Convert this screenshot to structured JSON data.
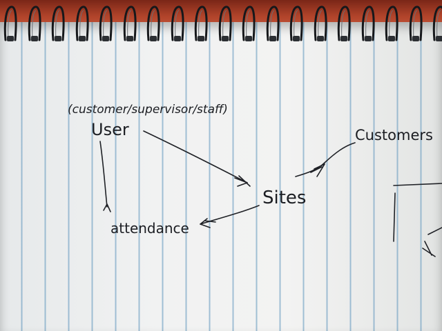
{
  "nodes": {
    "user_roles": "(customer/supervisor/staff)",
    "user": "User",
    "sites": "Sites",
    "customers": "Customers",
    "attendance": "attendance"
  },
  "colors": {
    "paper": "#f1f2f2",
    "rule_line": "#5c94bc",
    "ink": "#1b1d22",
    "binding_background": "#b0432a"
  }
}
